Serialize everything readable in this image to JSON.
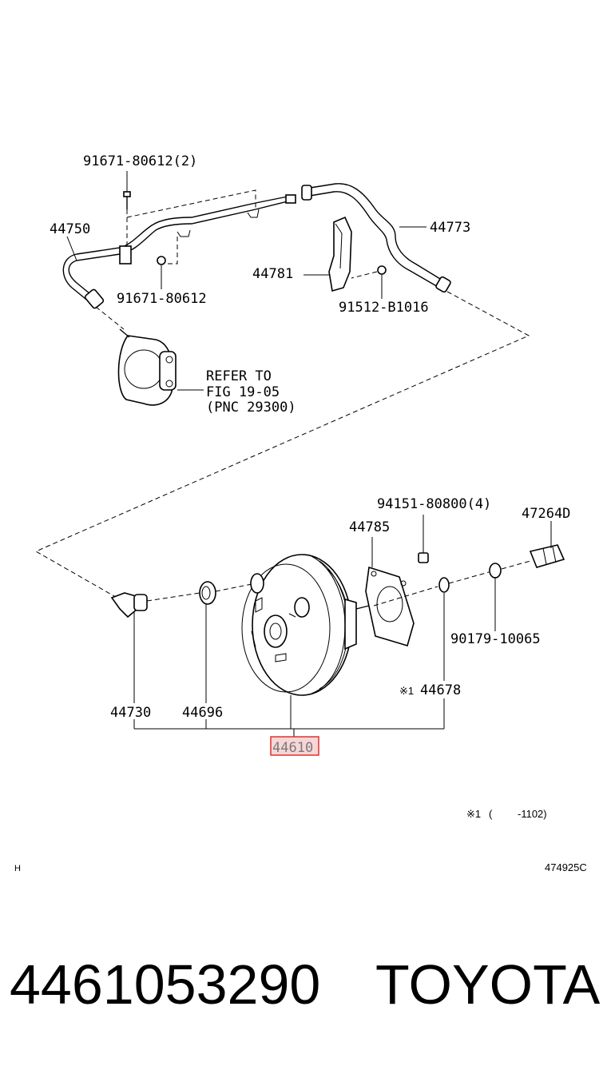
{
  "labels": {
    "p91671_80612_2": "91671-80612(2)",
    "p44750": "44750",
    "p91671_80612": "91671-80612",
    "p44773": "44773",
    "p44781": "44781",
    "p91512_B1016": "91512-B1016",
    "refer_line1": "REFER TO",
    "refer_line2": "FIG 19-05",
    "refer_line3": "(PNC 29300)",
    "p94151_80800_4": "94151-80800(4)",
    "p47264D": "47264D",
    "p44785": "44785",
    "p90179_10065": "90179-10065",
    "p44678": "44678",
    "p44678_mark": "※1",
    "p44730": "44730",
    "p44696": "44696",
    "p44610": "44610"
  },
  "footnote": {
    "mark": "※1",
    "open": "(",
    "range": "-1102)"
  },
  "corner_code": "H",
  "figure_code": "474925C",
  "banner": {
    "part_number": "4461053290",
    "brand": "TOYOTA"
  },
  "colors": {
    "highlight": "#e03030",
    "highlight_fill": "#f7d6d6"
  }
}
